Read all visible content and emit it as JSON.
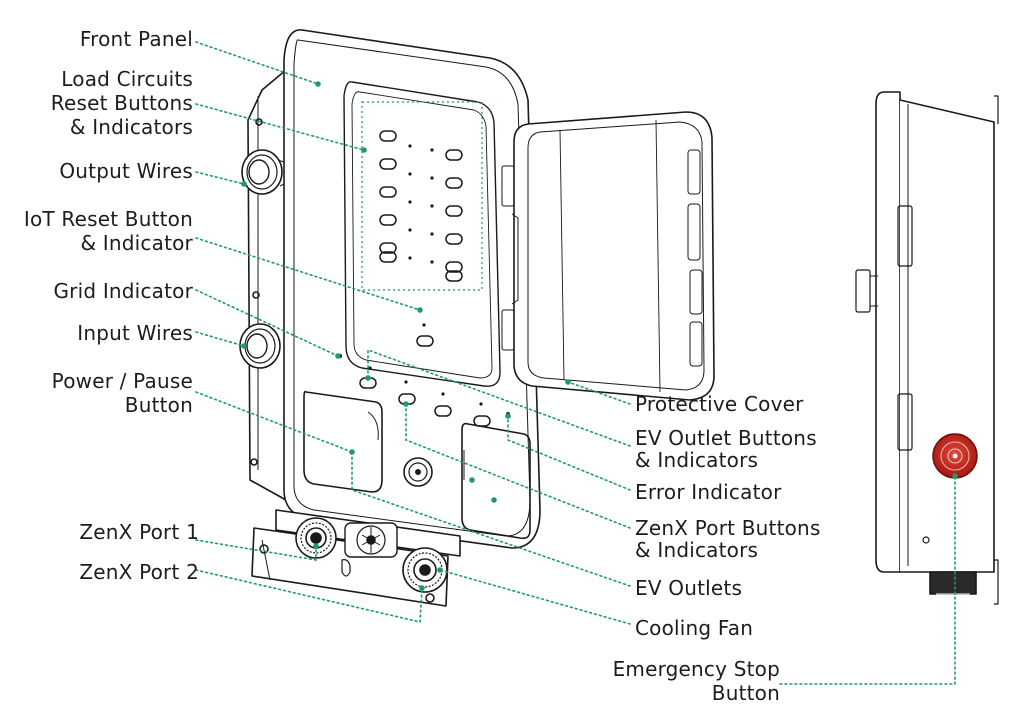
{
  "colors": {
    "leader": "#1f9a69",
    "outline": "#1a1a1a",
    "estop": "#c8231f",
    "estop_dark": "#8f1410"
  },
  "labels": {
    "front_panel": "Front Panel",
    "load_circuits_1": "Load Circuits",
    "load_circuits_2": "Reset Buttons",
    "load_circuits_3": "& Indicators",
    "output_wires": "Output Wires",
    "iot_reset_1": "IoT Reset Button",
    "iot_reset_2": "& Indicator",
    "grid_indicator": "Grid Indicator",
    "input_wires": "Input Wires",
    "power_pause_1": "Power / Pause",
    "power_pause_2": "Button",
    "zenx_port_1": "ZenX Port 1",
    "zenx_port_2": "ZenX Port 2",
    "protective_cover": "Protective Cover",
    "ev_outlet_buttons_1": "EV Outlet Buttons",
    "ev_outlet_buttons_2": "& Indicators",
    "error_indicator": "Error Indicator",
    "zenx_port_buttons_1": "ZenX Port Buttons",
    "zenx_port_buttons_2": "& Indicators",
    "ev_outlets": "EV Outlets",
    "cooling_fan": "Cooling Fan",
    "emergency_stop_1": "Emergency Stop",
    "emergency_stop_2": "Button"
  }
}
